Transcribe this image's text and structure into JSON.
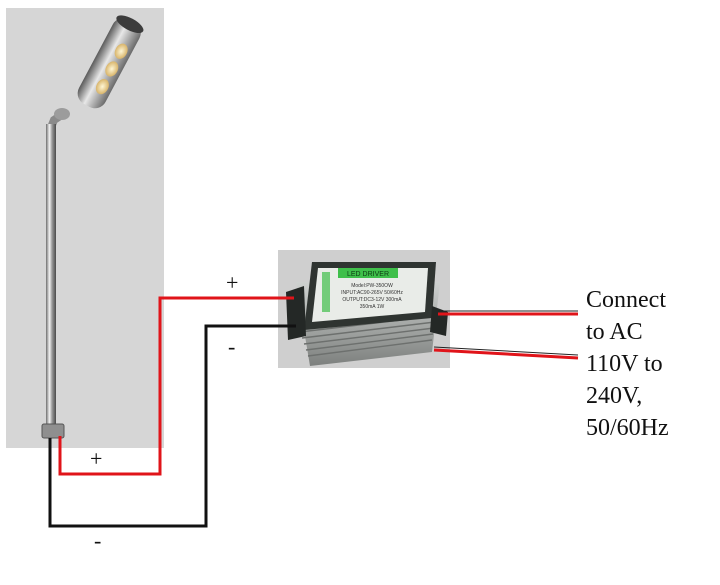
{
  "signs": {
    "lamp_plus": "+",
    "lamp_minus": "-",
    "driver_plus": "+",
    "driver_minus": "-"
  },
  "ac_label": {
    "line1": "Connect",
    "line2": "to AC",
    "line3": "110V to",
    "line4": "240V,",
    "line5": "50/60Hz"
  },
  "driver": {
    "brand_text": "LED DRIVER",
    "spec_lines": [
      "Model:PW-350OW",
      "INPUT:AC90-265V 50/60Hz",
      "OUTPUT:DC3-12V 300mA",
      "350mA 1W"
    ]
  },
  "colors": {
    "positive_wire": "#e0141a",
    "negative_wire": "#111111",
    "lamp_background": "#d6d6d6",
    "driver_body": "#3b3f3c",
    "driver_label": "#3fbf4a"
  }
}
